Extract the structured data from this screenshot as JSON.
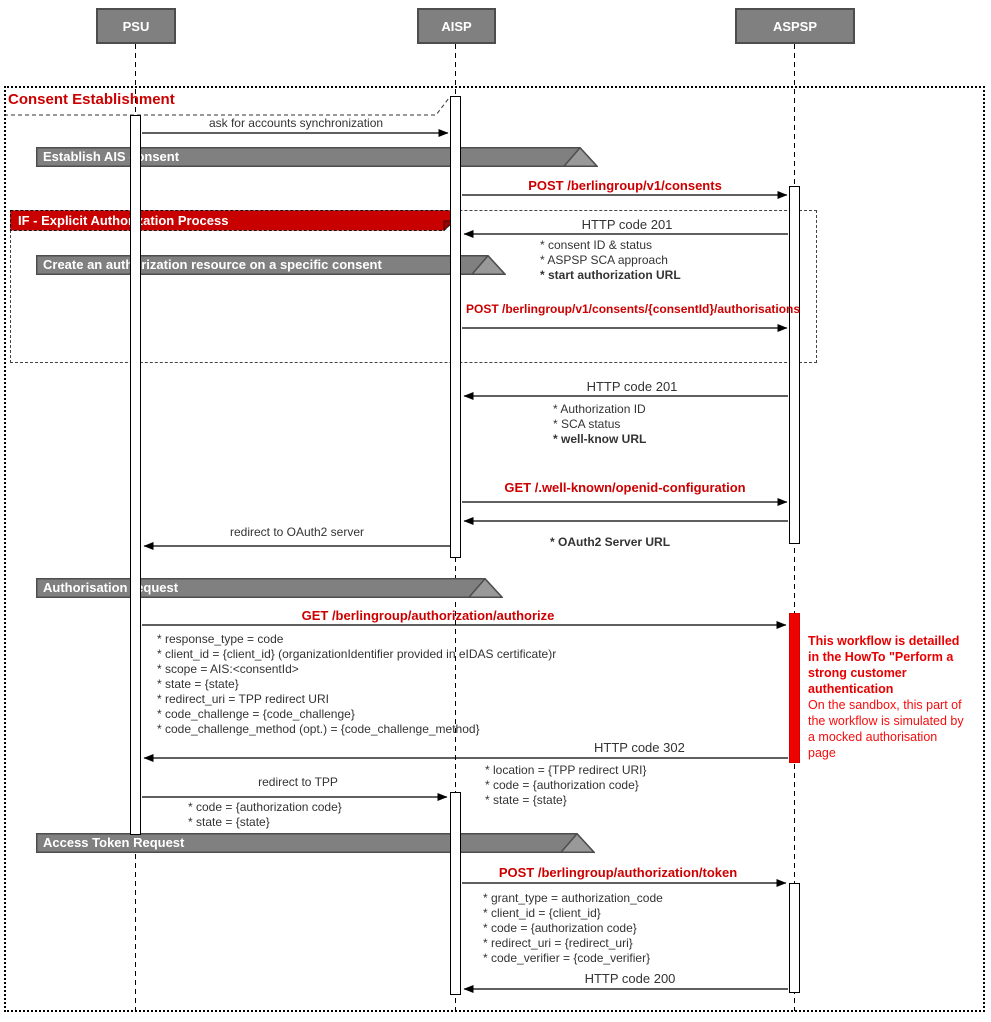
{
  "diagram": {
    "frame_title": "Consent Establishment",
    "actors": [
      "PSU",
      "AISP",
      "ASPSP"
    ],
    "fragment_label": "IF -  Explicit Authorization Process",
    "banners": {
      "establish": "Establish AIS consent",
      "create_authorization": "Create an authorization resource on a specific consent",
      "authorisation_request": "Authorisation request",
      "access_token_request": "Access Token Request"
    },
    "messages": {
      "ask_sync": "ask for accounts synchronization",
      "post_consents": "POST /berlingroup/v1/consents",
      "http_201_first": "HTTP code 201",
      "post_consents_response": [
        "* consent ID & status",
        "* ASPSP SCA approach",
        "* start authorization URL"
      ],
      "post_authorisations": "POST /berlingroup/v1/consents/{consentId}/authorisations",
      "http_201_second": "HTTP code 201",
      "authorisations_response": [
        "* Authorization ID",
        "* SCA status",
        "* well-know URL"
      ],
      "get_wellknown": "GET /.well-known/openid-configuration",
      "wellknown_response": "* OAuth2 Server URL",
      "redirect_oauth2": "redirect to OAuth2 server",
      "get_authorize": "GET /berlingroup/authorization/authorize",
      "authorize_params": [
        "* response_type = code",
        "* client_id = {client_id} (organizationIdentifier provided in eIDAS certificate)r",
        "* scope = AIS:<consentId>",
        "* state = {state}",
        "* redirect_uri = TPP redirect URI",
        "* code_challenge = {code_challenge}",
        "* code_challenge_method (opt.) = {code_challenge_method}"
      ],
      "http_302": "HTTP code 302",
      "http_302_params": [
        "* location = {TPP redirect URI}",
        "* code = {authorization code}",
        "* state = {state}"
      ],
      "redirect_tpp": "redirect to TPP",
      "redirect_tpp_params": [
        "* code = {authorization code}",
        "* state = {state}"
      ],
      "post_token": "POST /berlingroup/authorization/token",
      "token_params": [
        "* grant_type = authorization_code",
        "* client_id = {client_id}",
        "* code = {authorization code}",
        "* redirect_uri = {redirect_uri}",
        "* code_verifier = {code_verifier}"
      ],
      "http_200": "HTTP code 200"
    },
    "note": {
      "bold_lines": [
        "This workflow is detailled",
        "in the HowTo \"Perform a",
        "strong customer",
        "authentication"
      ],
      "lines": [
        "On the sandbox, this part of",
        "the workflow is simulated by",
        "a mocked authorisation",
        "page"
      ]
    },
    "colors": {
      "accent_red": "#cc0000",
      "note_red": "#f60d0d",
      "activation_red": "#ee0202",
      "actor_gray": "#808080",
      "actor_border": "#4d4d4d",
      "text_dark": "#333333"
    }
  }
}
